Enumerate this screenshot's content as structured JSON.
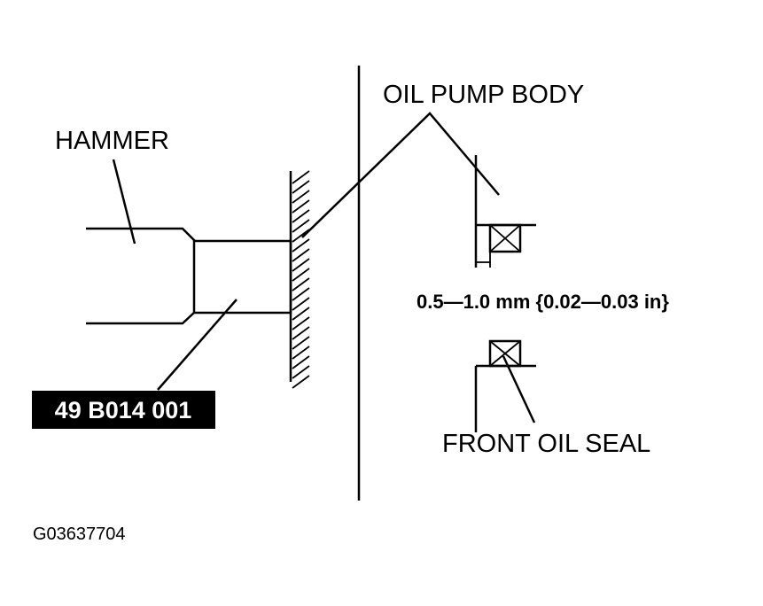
{
  "labels": {
    "hammer": "HAMMER",
    "oil_pump_body": "OIL PUMP BODY",
    "front_oil_seal": "FRONT OIL SEAL",
    "clearance_spec": "0.5—1.0 mm {0.02—0.03 in}",
    "tool_number": "49 B014 001",
    "figure_id": "G03637704"
  },
  "colors": {
    "line": "#000000",
    "background": "#ffffff",
    "tool_label_fill": "#000000",
    "tool_label_text": "#ffffff"
  }
}
